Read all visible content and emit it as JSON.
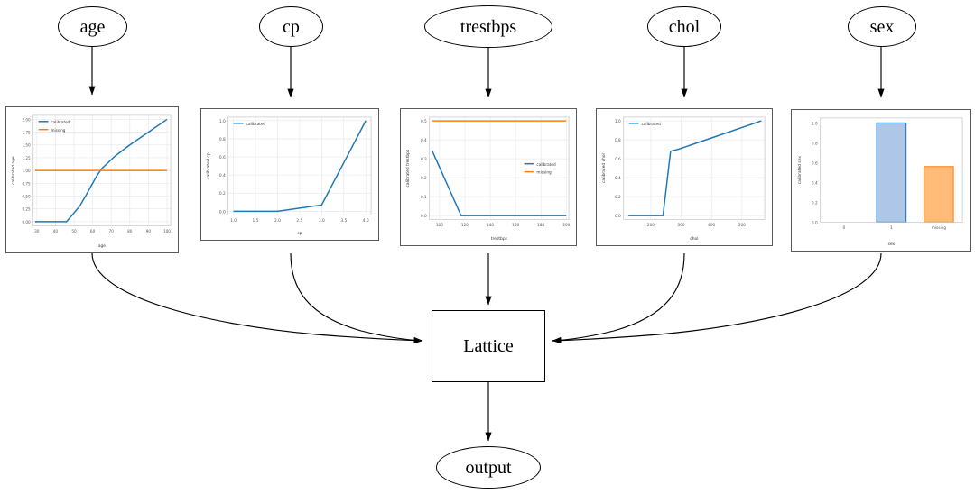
{
  "graph": {
    "input_nodes": [
      {
        "name": "age",
        "label": "age"
      },
      {
        "name": "cp",
        "label": "cp"
      },
      {
        "name": "trestbps",
        "label": "trestbps"
      },
      {
        "name": "chol",
        "label": "chol"
      },
      {
        "name": "sex",
        "label": "sex"
      }
    ],
    "lattice_label": "Lattice",
    "output_label": "output",
    "edge_color": "#000000"
  },
  "colors": {
    "calibrated": "#1f77b4",
    "missing": "#ff7f0e",
    "bar_fill_blue": "#aec7e8",
    "bar_fill_orange": "#ffbb78",
    "grid": "#e9e9ef",
    "panel_border": "#5a5a5a"
  },
  "chart_data": [
    {
      "name": "age",
      "type": "line",
      "title": "",
      "xlabel": "age",
      "ylabel": "calibrated age",
      "xlim": [
        28,
        102
      ],
      "ylim": [
        -0.08,
        2.08
      ],
      "xticks": [
        "30",
        "40",
        "50",
        "60",
        "70",
        "80",
        "90",
        "100"
      ],
      "xtick_values": [
        30,
        40,
        50,
        60,
        70,
        80,
        90,
        100
      ],
      "yticks": [
        "0.00",
        "0.25",
        "0.50",
        "0.75",
        "1.00",
        "1.25",
        "1.50",
        "1.75",
        "2.00"
      ],
      "ytick_values": [
        0.0,
        0.25,
        0.5,
        0.75,
        1.0,
        1.25,
        1.5,
        1.75,
        2.0
      ],
      "grid": true,
      "legend_position": "upper left",
      "series": [
        {
          "name": "calibrated",
          "x": [
            29,
            46,
            53,
            57,
            62,
            65,
            72,
            80,
            90,
            100
          ],
          "values": [
            0.0,
            0.0,
            0.3,
            0.55,
            0.88,
            1.04,
            1.28,
            1.5,
            1.75,
            2.0
          ]
        },
        {
          "name": "missing",
          "x": [
            29,
            100
          ],
          "values": [
            1.0,
            1.0
          ]
        }
      ]
    },
    {
      "name": "cp",
      "type": "line",
      "title": "",
      "xlabel": "cp",
      "ylabel": "calibrated cp",
      "xlim": [
        0.88,
        4.12
      ],
      "ylim": [
        -0.04,
        1.04
      ],
      "xticks": [
        "1.0",
        "1.5",
        "2.0",
        "2.5",
        "3.0",
        "3.5",
        "4.0"
      ],
      "xtick_values": [
        1.0,
        1.5,
        2.0,
        2.5,
        3.0,
        3.5,
        4.0
      ],
      "yticks": [
        "0.0",
        "0.2",
        "0.4",
        "0.6",
        "0.8",
        "1.0"
      ],
      "ytick_values": [
        0.0,
        0.2,
        0.4,
        0.6,
        0.8,
        1.0
      ],
      "grid": true,
      "legend_position": "upper left",
      "series": [
        {
          "name": "calibrated",
          "x": [
            1.0,
            2.0,
            3.0,
            4.0
          ],
          "values": [
            0.0,
            0.0,
            0.07,
            1.0
          ]
        }
      ]
    },
    {
      "name": "trestbps",
      "type": "line",
      "title": "",
      "xlabel": "trestbps",
      "ylabel": "calibrated trestbps",
      "xlim": [
        92,
        202
      ],
      "ylim": [
        -0.02,
        0.52
      ],
      "xticks": [
        "100",
        "120",
        "140",
        "160",
        "180",
        "200"
      ],
      "xtick_values": [
        100,
        120,
        140,
        160,
        180,
        200
      ],
      "yticks": [
        "0.0",
        "0.1",
        "0.2",
        "0.3",
        "0.4",
        "0.5"
      ],
      "ytick_values": [
        0.0,
        0.1,
        0.2,
        0.3,
        0.4,
        0.5
      ],
      "grid": true,
      "legend_position": "center right",
      "series": [
        {
          "name": "calibrated",
          "x": [
            94,
            117,
            200
          ],
          "values": [
            0.345,
            0.0,
            0.0
          ]
        },
        {
          "name": "missing",
          "x": [
            94,
            200
          ],
          "values": [
            0.5,
            0.5
          ]
        }
      ]
    },
    {
      "name": "chol",
      "type": "line",
      "title": "",
      "xlabel": "chol",
      "ylabel": "calibrated chol",
      "xlim": [
        110,
        575
      ],
      "ylim": [
        -0.04,
        1.04
      ],
      "xticks": [
        "200",
        "300",
        "400",
        "500"
      ],
      "xtick_values": [
        200,
        300,
        400,
        500
      ],
      "yticks": [
        "0.0",
        "0.2",
        "0.4",
        "0.6",
        "0.8",
        "1.0"
      ],
      "ytick_values": [
        0.0,
        0.2,
        0.4,
        0.6,
        0.8,
        1.0
      ],
      "grid": true,
      "legend_position": "upper left",
      "series": [
        {
          "name": "calibrated",
          "x": [
            126,
            240,
            265,
            290,
            400,
            564
          ],
          "values": [
            0.0,
            0.0,
            0.68,
            0.7,
            0.82,
            1.0
          ]
        }
      ]
    },
    {
      "name": "sex",
      "type": "bar",
      "title": "",
      "xlabel": "sex",
      "ylabel": "calibrated sex",
      "ylim": [
        0.0,
        1.05
      ],
      "categories": [
        "0",
        "1",
        "missing"
      ],
      "values": [
        0.0,
        1.0,
        0.56
      ],
      "bar_colors": [
        "#aec7e8",
        "#aec7e8",
        "#ffbb78"
      ],
      "bar_edge_colors": [
        "#1f77b4",
        "#1f77b4",
        "#ff7f0e"
      ],
      "yticks": [
        "0.0",
        "0.2",
        "0.4",
        "0.6",
        "0.8",
        "1.0"
      ],
      "ytick_values": [
        0.0,
        0.2,
        0.4,
        0.6,
        0.8,
        1.0
      ],
      "grid": false,
      "legend_position": "none"
    }
  ]
}
